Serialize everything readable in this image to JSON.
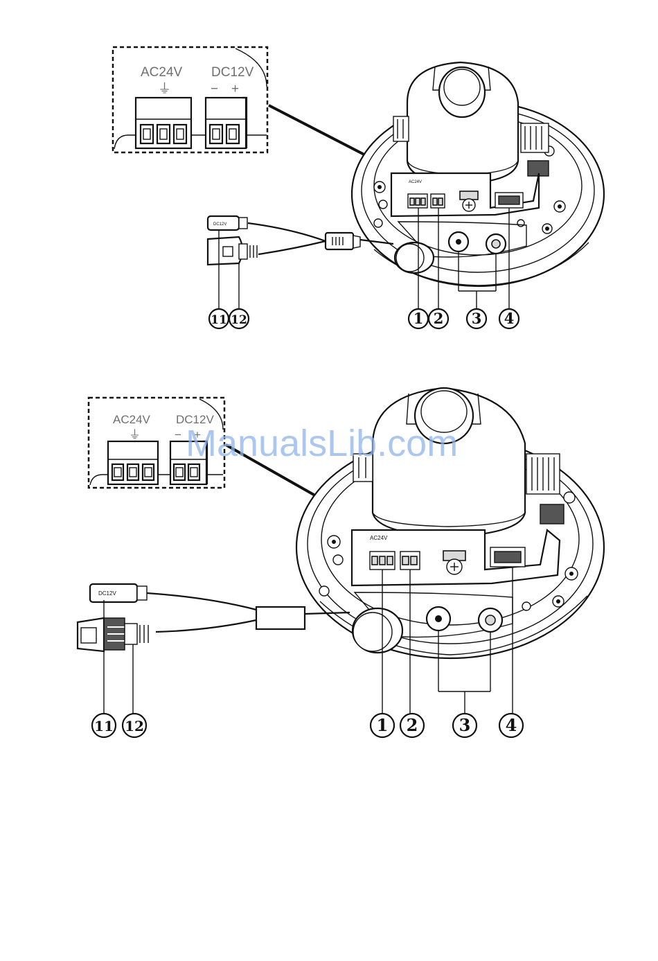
{
  "figures": [
    {
      "inset": {
        "ac_label": "AC24V",
        "dc_label": "DC12V",
        "ac_symbol": "⏚",
        "dc_minus": "−",
        "dc_plus": "+"
      },
      "board_label": "AC24V",
      "cable_tag": "DC12V",
      "callouts": [
        "1",
        "2",
        "3",
        "4",
        "11",
        "12"
      ]
    },
    {
      "inset": {
        "ac_label": "AC24V",
        "dc_label": "DC12V",
        "ac_symbol": "⏚",
        "dc_minus": "−",
        "dc_plus": "+"
      },
      "board_label": "AC24V",
      "cable_tag": "DC12V",
      "callouts": [
        "1",
        "2",
        "3",
        "4",
        "11",
        "12"
      ]
    }
  ],
  "watermark": "ManualsLib.com",
  "colors": {
    "line": "#111111",
    "label_grey": "#6f6f6f",
    "watermark": "#8fb4ea"
  }
}
